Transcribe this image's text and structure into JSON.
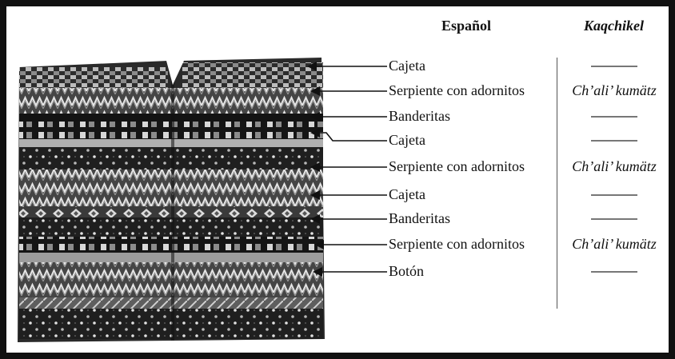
{
  "headers": {
    "spanish": "Español",
    "kaqchikel": "Kaqchikel"
  },
  "rows": [
    {
      "spanish": "Cajeta",
      "kaqchikel": ""
    },
    {
      "spanish": "Serpiente con adornitos",
      "kaqchikel": "Ch’ali’ kumätz"
    },
    {
      "spanish": "Banderitas",
      "kaqchikel": ""
    },
    {
      "spanish": "Cajeta",
      "kaqchikel": ""
    },
    {
      "spanish": "Serpiente con adornitos",
      "kaqchikel": "Ch’ali’ kumätz"
    },
    {
      "spanish": "Cajeta",
      "kaqchikel": ""
    },
    {
      "spanish": "Banderitas",
      "kaqchikel": ""
    },
    {
      "spanish": "Serpiente con adornitos",
      "kaqchikel": "Ch’ali’ kumätz"
    },
    {
      "spanish": "Botón",
      "kaqchikel": ""
    }
  ],
  "colors": {
    "frame": "#111111",
    "textile_dark": "#202020",
    "textile_mid": "#6a6a6a",
    "textile_light": "#d8d8d8",
    "pointer": "#111111",
    "dash": "#777777"
  }
}
